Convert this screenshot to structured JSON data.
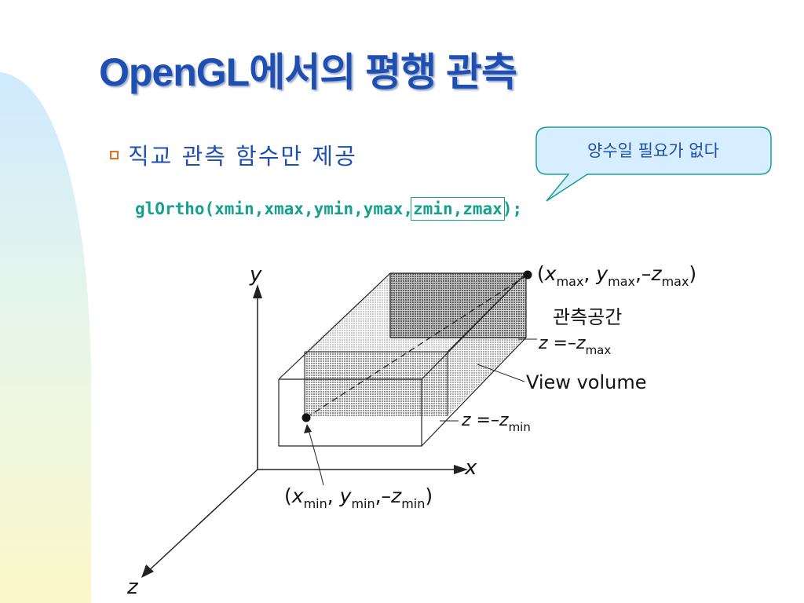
{
  "slide": {
    "title": "OpenGL에서의 평행 관측",
    "bullet": "직교 관측 함수만 제공",
    "code": {
      "before": "glOrtho(xmin,xmax,ymin,ymax,",
      "highlight": "zmin,zmax",
      "after": ");"
    },
    "callout": "양수일 필요가 없다"
  },
  "diagram": {
    "axis_y": "y",
    "axis_x": "x",
    "axis_z": "z",
    "max_point": {
      "open": "(",
      "x": "x",
      "x_sub": "max",
      "sep1": ", ",
      "y": "y",
      "y_sub": "max",
      "sep2": ",–",
      "z": "z",
      "z_sub": "max",
      "close": ")"
    },
    "min_point": {
      "open": "(",
      "x": "x",
      "x_sub": "min",
      "sep1": ", ",
      "y": "y",
      "y_sub": "min",
      "sep2": ",–",
      "z": "z",
      "z_sub": "min",
      "close": ")"
    },
    "space_label": "관측공간",
    "z_max_label": {
      "lhs": "z",
      "eq": " =–",
      "var": "z",
      "sub": "max"
    },
    "z_min_label": {
      "lhs": "z",
      "eq": " =–",
      "var": "z",
      "sub": "min"
    },
    "view_volume_label": "View volume"
  },
  "colors": {
    "title": "#1f4fb0",
    "bullet_text": "#1f4fb0",
    "code": "#16a08f",
    "bullet_marker": "#e0741c",
    "callout_fill": "#d6eeff",
    "callout_stroke": "#16a08f"
  }
}
